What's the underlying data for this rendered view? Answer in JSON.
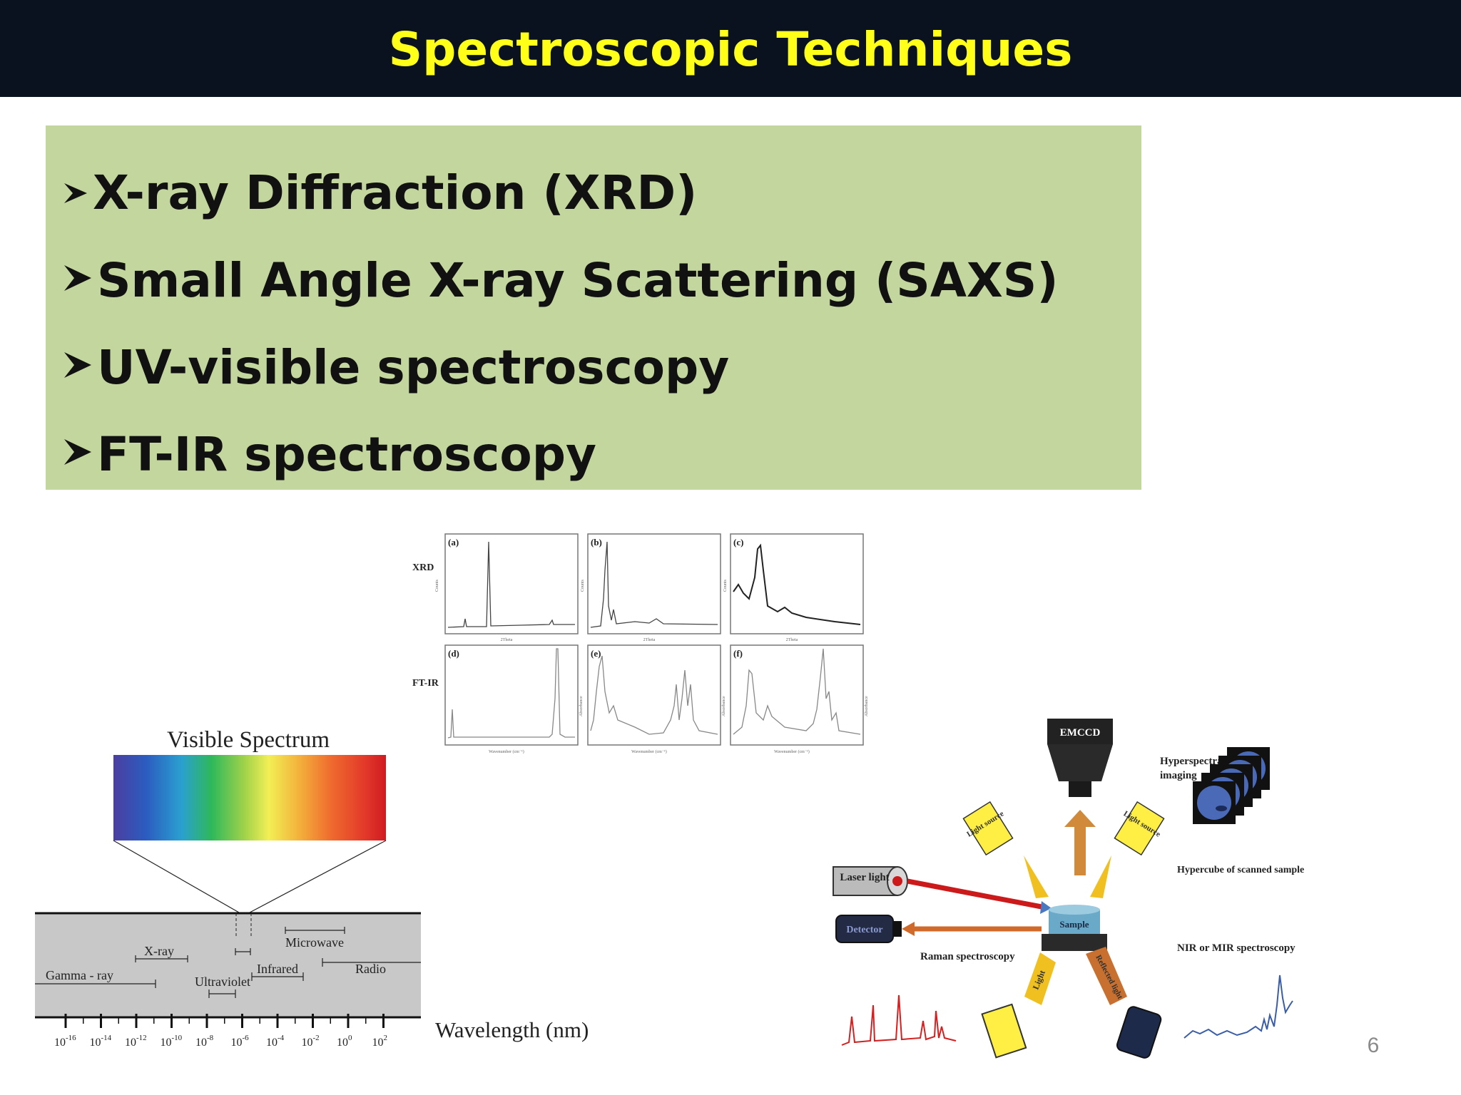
{
  "slide": {
    "title": "Spectroscopic Techniques",
    "page_number": "6"
  },
  "bullets": [
    {
      "label": "X-ray Diffraction (XRD)"
    },
    {
      "label": "Small Angle X-ray Scattering (SAXS)"
    },
    {
      "label": "UV-visible spectroscopy"
    },
    {
      "label": "FT-IR spectroscopy"
    }
  ],
  "spectrum_figure": {
    "title": "Visible Spectrum",
    "bands": [
      "Gamma - ray",
      "X-ray",
      "Ultraviolet",
      "Infrared",
      "Microwave",
      "Radio"
    ],
    "tick_bases": [
      "10",
      "10",
      "10",
      "10",
      "10",
      "10",
      "10",
      "10",
      "10",
      "10"
    ],
    "tick_exponents": [
      "-16",
      "-14",
      "-12",
      "-10",
      "-8",
      "-6",
      "-4",
      "-2",
      "0",
      "2"
    ],
    "axis_label": "Wavelength (nm)"
  },
  "xrd_ftir_figure": {
    "row_labels": [
      "XRD",
      "FT-IR"
    ],
    "panel_labels": [
      "(a)",
      "(b)",
      "(c)",
      "(d)",
      "(e)",
      "(f)"
    ],
    "xrd_y_label": "Counts",
    "xrd_x_label": "2Theta",
    "ftir_y_label": "Absorbance",
    "ftir_x_label": "Wavenumber (cm⁻¹)"
  },
  "setup_figure": {
    "detector_camera": "EMCCD",
    "light_source": "Light source",
    "laser": "Laser light",
    "detector": "Detector",
    "sample": "Sample",
    "light": "Light",
    "reflected_light": "Reflected light",
    "raman": "Raman spectroscopy",
    "hyperspectral": "Hyperspectral imaging",
    "hypercube": "Hypercube of scanned sample",
    "nir_mir": "NIR or MIR spectroscopy"
  },
  "colors": {
    "title_bg": "#0a1220",
    "title_text": "#ffff1a",
    "bullet_box": "#c3d69e",
    "laser_red": "#cc1a1a",
    "raman_red": "#d42020",
    "nir_blue": "#3a5da8"
  },
  "icons": [
    "arrow-bullet-icon",
    "laser-icon",
    "camera-icon",
    "light-source-icon",
    "sample-icon",
    "detector-icon"
  ]
}
